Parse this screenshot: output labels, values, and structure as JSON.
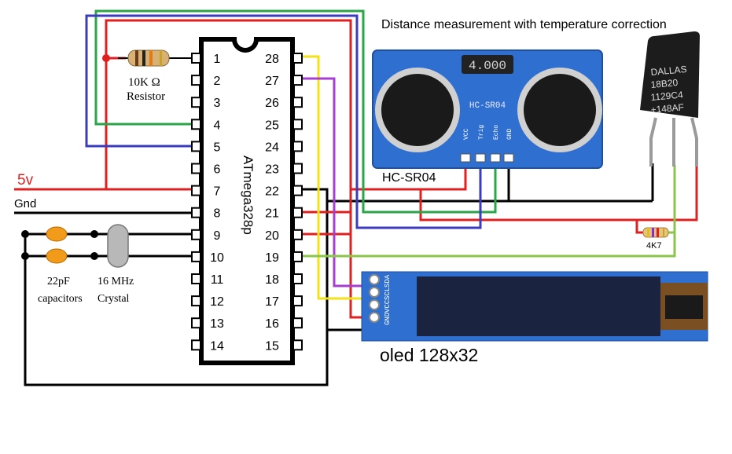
{
  "title": "Distance measurement with temperature correction",
  "supply": {
    "vcc_label": "5v",
    "gnd_label": "Gnd"
  },
  "chip": {
    "name": "ATmega328p",
    "left_pins": [
      "1",
      "2",
      "3",
      "4",
      "5",
      "6",
      "7",
      "8",
      "9",
      "10",
      "11",
      "12",
      "13",
      "14"
    ],
    "right_pins": [
      "28",
      "27",
      "26",
      "25",
      "24",
      "23",
      "22",
      "21",
      "20",
      "19",
      "18",
      "17",
      "16",
      "15"
    ]
  },
  "resistor_10k": {
    "value": "10K Ω",
    "caption": "Resistor"
  },
  "capacitors": {
    "value": "22pF",
    "caption": "capacitors"
  },
  "crystal": {
    "value": "16 MHz",
    "caption": "Crystal"
  },
  "ultrasonic": {
    "label": "HC-SR04",
    "board_text": "HC-SR04",
    "display_value": "4.000",
    "pins": [
      "VCC",
      "Trig",
      "Echo",
      "GND"
    ]
  },
  "temp_sensor": {
    "lines": [
      "DALLAS",
      "18B20",
      "1129C4",
      "+148AF"
    ]
  },
  "resistor_4k7": {
    "value": "4K7"
  },
  "oled": {
    "label": "oled 128x32",
    "pins": [
      "GND",
      "VCC",
      "SCL",
      "SDA"
    ]
  },
  "colors": {
    "vcc_wire": "#e02020",
    "gnd_wire": "#000000",
    "green_wire": "#2aa54a",
    "blue_wire": "#3b3bc0",
    "yellow_wire": "#f2e21a",
    "purple_wire": "#a53fd0",
    "data_wire": "#8ac64a",
    "module_blue": "#2f6fd0"
  }
}
